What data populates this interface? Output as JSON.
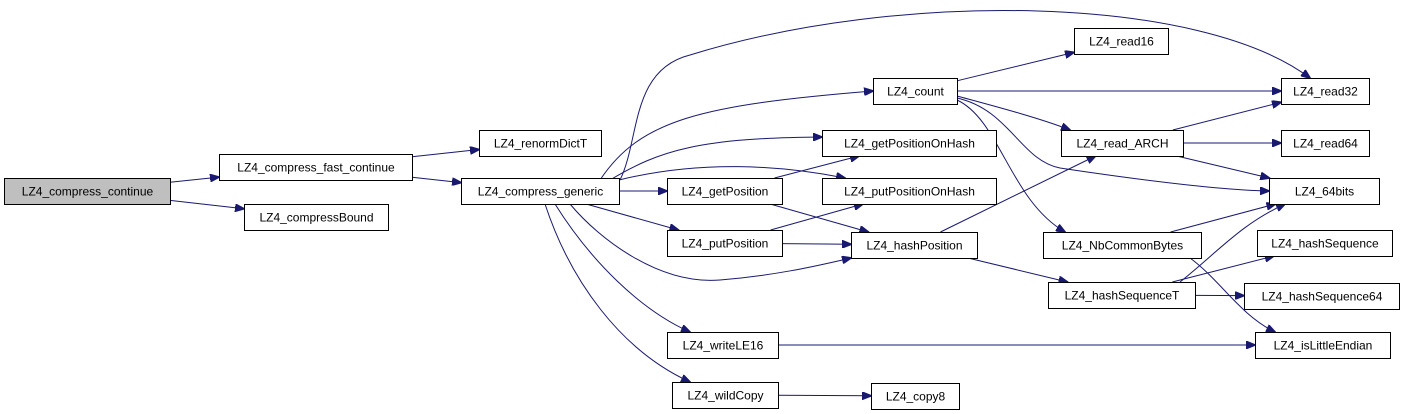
{
  "graph": {
    "root": "LZ4_compress_continue",
    "colors": {
      "edge": "#191970",
      "root_fill": "#bfbfbf",
      "node_fill": "#ffffff",
      "node_border": "#000000"
    },
    "nodes": [
      {
        "id": "compress_continue",
        "label": "LZ4_compress_continue"
      },
      {
        "id": "compress_fast_continue",
        "label": "LZ4_compress_fast_continue"
      },
      {
        "id": "compressBound",
        "label": "LZ4_compressBound"
      },
      {
        "id": "renormDictT",
        "label": "LZ4_renormDictT"
      },
      {
        "id": "compress_generic",
        "label": "LZ4_compress_generic"
      },
      {
        "id": "count",
        "label": "LZ4_count"
      },
      {
        "id": "getPositionOnHash",
        "label": "LZ4_getPositionOnHash"
      },
      {
        "id": "getPosition",
        "label": "LZ4_getPosition"
      },
      {
        "id": "putPositionOnHash",
        "label": "LZ4_putPositionOnHash"
      },
      {
        "id": "putPosition",
        "label": "LZ4_putPosition"
      },
      {
        "id": "hashPosition",
        "label": "LZ4_hashPosition"
      },
      {
        "id": "writeLE16",
        "label": "LZ4_writeLE16"
      },
      {
        "id": "wildCopy",
        "label": "LZ4_wildCopy"
      },
      {
        "id": "copy8",
        "label": "LZ4_copy8"
      },
      {
        "id": "read16",
        "label": "LZ4_read16"
      },
      {
        "id": "read_ARCH",
        "label": "LZ4_read_ARCH"
      },
      {
        "id": "NbCommonBytes",
        "label": "LZ4_NbCommonBytes"
      },
      {
        "id": "hashSequenceT",
        "label": "LZ4_hashSequenceT"
      },
      {
        "id": "read32",
        "label": "LZ4_read32"
      },
      {
        "id": "read64",
        "label": "LZ4_read64"
      },
      {
        "id": "64bits",
        "label": "LZ4_64bits"
      },
      {
        "id": "hashSequence",
        "label": "LZ4_hashSequence"
      },
      {
        "id": "hashSequence64",
        "label": "LZ4_hashSequence64"
      },
      {
        "id": "isLittleEndian",
        "label": "LZ4_isLittleEndian"
      }
    ],
    "edges": [
      {
        "from": "compress_continue",
        "to": "compress_fast_continue"
      },
      {
        "from": "compress_continue",
        "to": "compressBound"
      },
      {
        "from": "compress_fast_continue",
        "to": "renormDictT"
      },
      {
        "from": "compress_fast_continue",
        "to": "compress_generic"
      },
      {
        "from": "compress_generic",
        "to": "read32"
      },
      {
        "from": "compress_generic",
        "to": "count"
      },
      {
        "from": "compress_generic",
        "to": "getPositionOnHash"
      },
      {
        "from": "compress_generic",
        "to": "putPositionOnHash"
      },
      {
        "from": "compress_generic",
        "to": "getPosition"
      },
      {
        "from": "compress_generic",
        "to": "putPosition"
      },
      {
        "from": "compress_generic",
        "to": "hashPosition"
      },
      {
        "from": "compress_generic",
        "to": "writeLE16"
      },
      {
        "from": "compress_generic",
        "to": "wildCopy"
      },
      {
        "from": "count",
        "to": "read16"
      },
      {
        "from": "count",
        "to": "read32"
      },
      {
        "from": "count",
        "to": "read_ARCH"
      },
      {
        "from": "count",
        "to": "64bits"
      },
      {
        "from": "count",
        "to": "NbCommonBytes"
      },
      {
        "from": "getPosition",
        "to": "getPositionOnHash"
      },
      {
        "from": "getPosition",
        "to": "hashPosition"
      },
      {
        "from": "putPosition",
        "to": "putPositionOnHash"
      },
      {
        "from": "putPosition",
        "to": "hashPosition"
      },
      {
        "from": "hashPosition",
        "to": "read_ARCH"
      },
      {
        "from": "hashPosition",
        "to": "hashSequenceT"
      },
      {
        "from": "read_ARCH",
        "to": "read32"
      },
      {
        "from": "read_ARCH",
        "to": "read64"
      },
      {
        "from": "read_ARCH",
        "to": "64bits"
      },
      {
        "from": "NbCommonBytes",
        "to": "64bits"
      },
      {
        "from": "NbCommonBytes",
        "to": "isLittleEndian"
      },
      {
        "from": "hashSequenceT",
        "to": "64bits"
      },
      {
        "from": "hashSequenceT",
        "to": "hashSequence"
      },
      {
        "from": "hashSequenceT",
        "to": "hashSequence64"
      },
      {
        "from": "writeLE16",
        "to": "isLittleEndian"
      },
      {
        "from": "wildCopy",
        "to": "copy8"
      }
    ]
  }
}
